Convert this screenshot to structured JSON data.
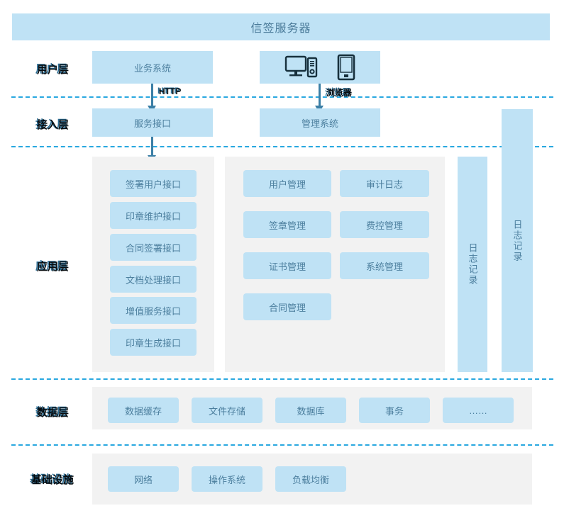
{
  "title": "信签服务器",
  "layers": [
    {
      "key": "user",
      "label": "用户层"
    },
    {
      "key": "access",
      "label": "接入层"
    },
    {
      "key": "app",
      "label": "应用层"
    },
    {
      "key": "data",
      "label": "数据层"
    },
    {
      "key": "infra",
      "label": "基础设施"
    }
  ],
  "user_layer": {
    "business_system": "业务系统",
    "devices": {
      "desktop_icon": "desktop-computer-icon",
      "mobile_icon": "mobile-phone-icon"
    }
  },
  "connections": {
    "http_label": "HTTP",
    "browser_label": "浏览器"
  },
  "access_layer": {
    "service_interface": "服务接口",
    "management_system": "管理系统"
  },
  "app_layer": {
    "interfaces": [
      "签署用户接口",
      "印章维护接口",
      "合同签署接口",
      "文档处理接口",
      "增值服务接口",
      "印章生成接口"
    ],
    "management_left": [
      "用户管理",
      "签章管理",
      "证书管理",
      "合同管理"
    ],
    "management_right": [
      "审计日志",
      "费控管理",
      "系统管理"
    ]
  },
  "log_columns": [
    {
      "label": "日志记录"
    },
    {
      "label": "日志记录"
    }
  ],
  "data_layer": {
    "items": [
      "数据缓存",
      "文件存储",
      "数据库",
      "事务",
      "……"
    ]
  },
  "infra_layer": {
    "items": [
      "网络",
      "操作系统",
      "负载均衡"
    ]
  },
  "colors": {
    "box_fill": "#bfe2f5",
    "box_text": "#4c7f9e",
    "panel_fill": "#f2f2f2",
    "dashed_line": "#29a8e0",
    "arrow": "#3b7fa6",
    "label_text": "#2d6f96"
  }
}
